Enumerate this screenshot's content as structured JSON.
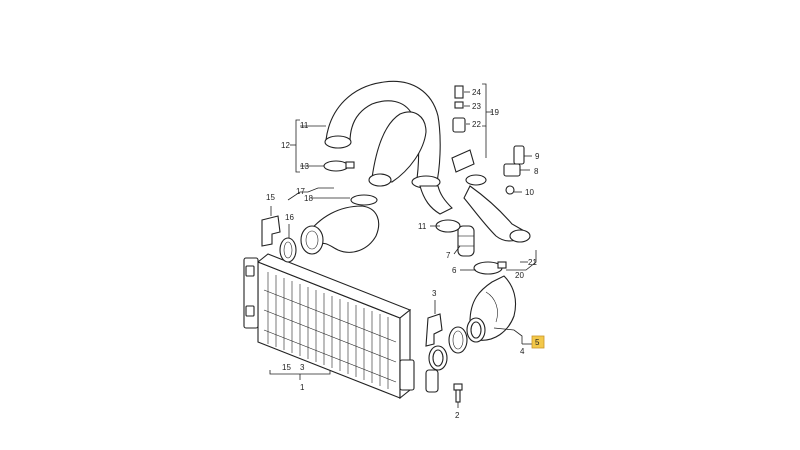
{
  "diagram": {
    "labels": {
      "l1": "1",
      "l2": "2",
      "l3a": "3",
      "l3b": "3",
      "l4": "4",
      "l5": "5",
      "l6": "6",
      "l7": "7",
      "l8": "8",
      "l9": "9",
      "l10": "10",
      "l11a": "11",
      "l11b": "11",
      "l12": "12",
      "l13": "13",
      "l15a": "15",
      "l15b": "15",
      "l16": "16",
      "l17": "17",
      "l18": "18",
      "l19": "19",
      "l20": "20",
      "l21": "21",
      "l22": "22",
      "l23": "23",
      "l24": "24"
    },
    "highlight_color": "#f3c84a"
  }
}
